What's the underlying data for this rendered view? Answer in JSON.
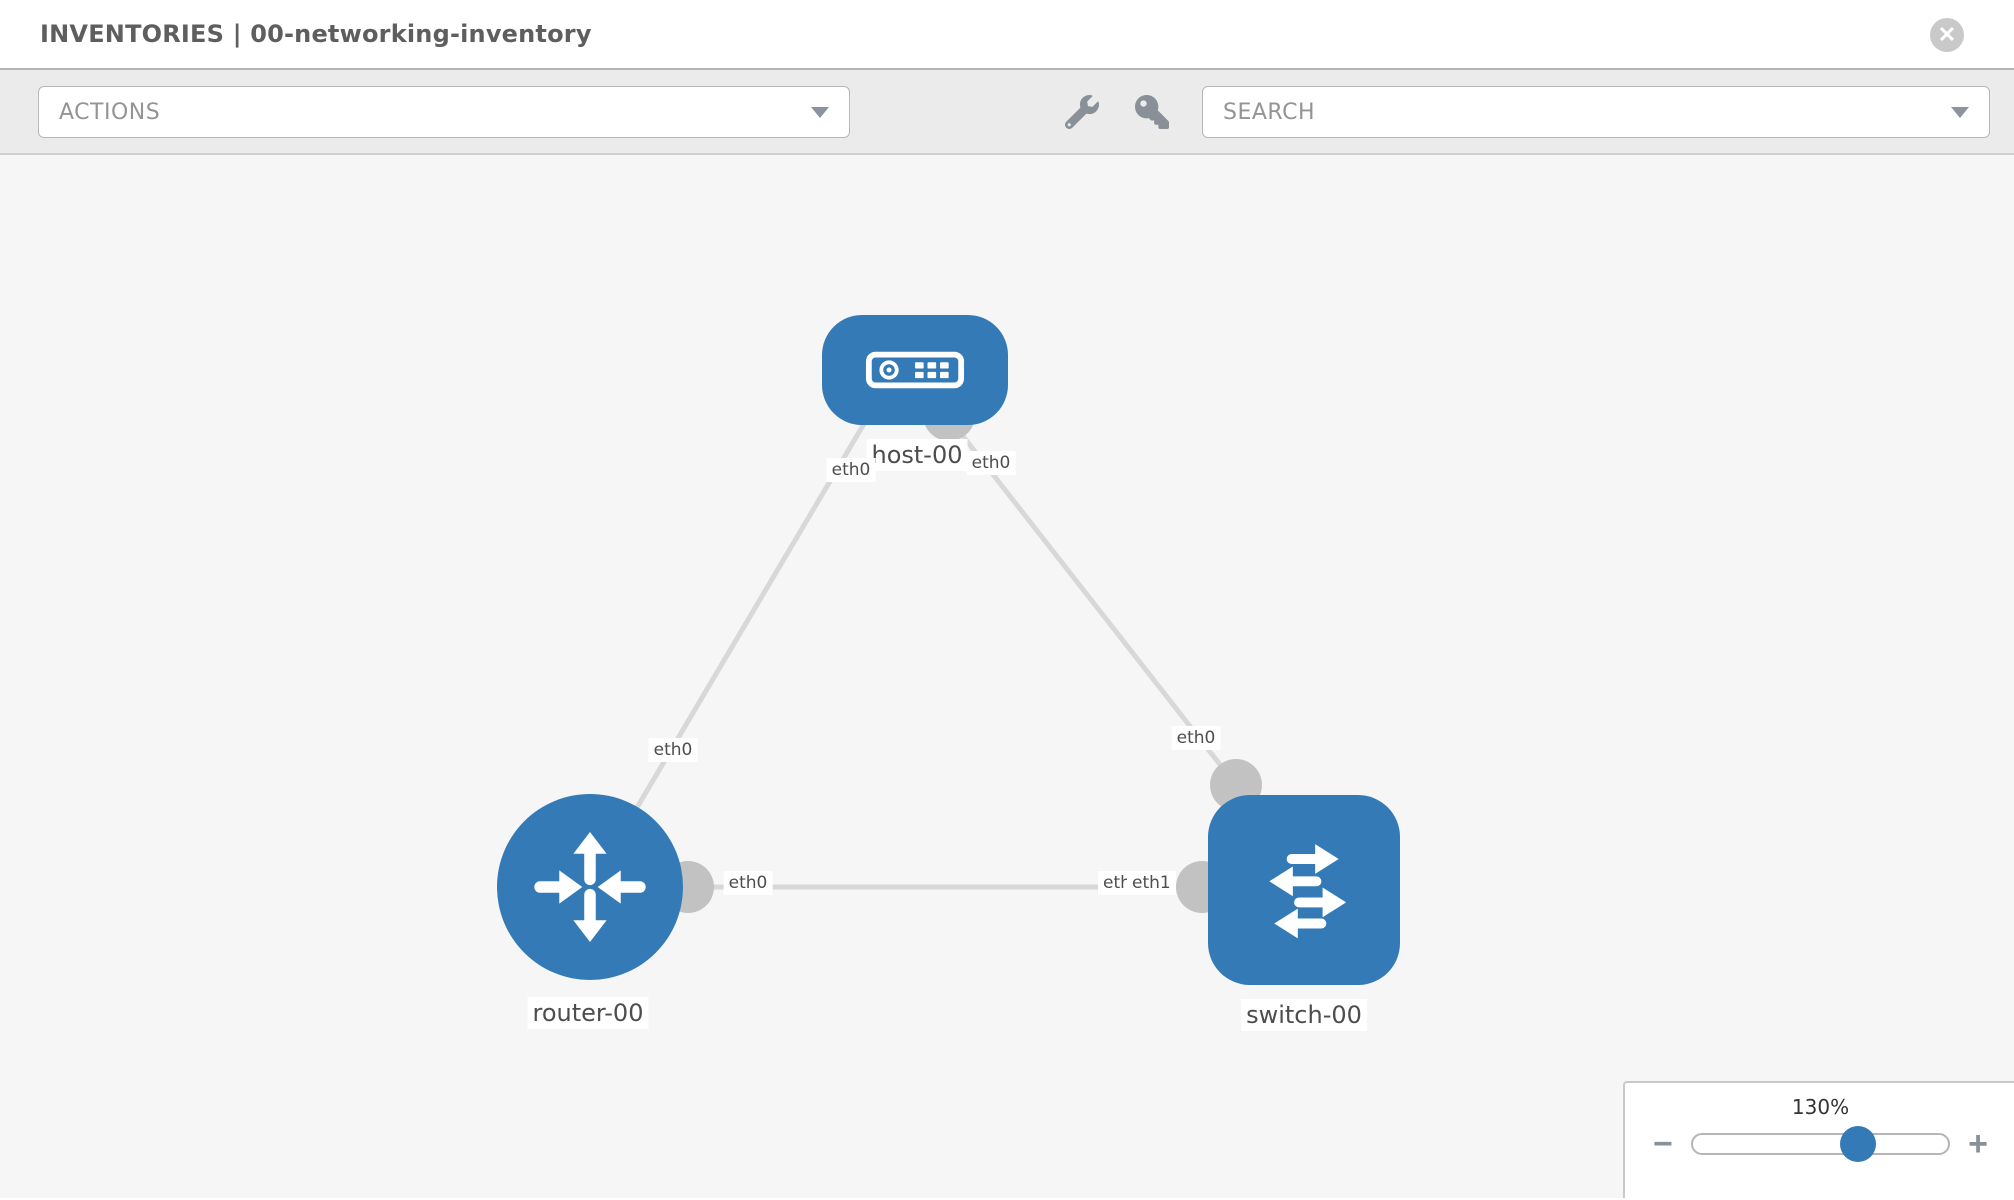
{
  "header": {
    "title": "INVENTORIES | 00-networking-inventory",
    "close_glyph": "✕"
  },
  "toolbar": {
    "actions_label": "ACTIONS",
    "search_placeholder": "SEARCH",
    "icons": [
      "wrench-icon",
      "key-icon"
    ]
  },
  "topology": {
    "nodes": [
      {
        "id": "host-00",
        "type": "host",
        "label": "host-00"
      },
      {
        "id": "router-00",
        "type": "router",
        "label": "router-00"
      },
      {
        "id": "switch-00",
        "type": "switch",
        "label": "switch-00"
      }
    ],
    "links": [
      {
        "from": "host-00",
        "to": "router-00",
        "from_port": "eth0",
        "to_port": "eth0"
      },
      {
        "from": "host-00",
        "to": "switch-00",
        "from_port": "eth0",
        "to_port": "eth0"
      },
      {
        "from": "router-00",
        "to": "switch-00",
        "from_port": "eth0",
        "to_port": "eth1"
      }
    ],
    "ports": {
      "host_left": "eth0",
      "host_right": "eth0",
      "router_top": "eth0",
      "router_right": "eth0",
      "switch_top": "eth0",
      "switch_left_under": "eth0",
      "switch_left_over": "eth1"
    }
  },
  "zoom_control": {
    "level": "130%",
    "minus_glyph": "−",
    "plus_glyph": "+"
  },
  "colors": {
    "node_blue": "#337ab7",
    "link_gray": "#d8d8d8",
    "endpoint_gray": "#c2c2c2",
    "canvas_bg": "#f6f6f6",
    "toolbar_bg": "#ebebeb"
  }
}
